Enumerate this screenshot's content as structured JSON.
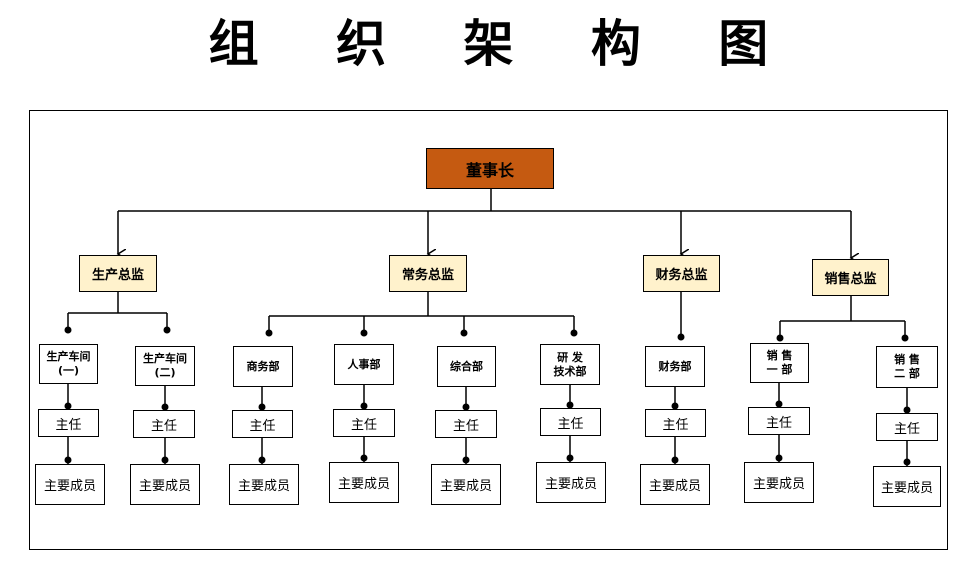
{
  "title": "组 织 架 构 图",
  "root": "董事长",
  "directors": [
    {
      "label": "生产总监"
    },
    {
      "label": "常务总监"
    },
    {
      "label": "财务总监"
    },
    {
      "label": "销售总监"
    }
  ],
  "departments": [
    {
      "label": "生产车间\n(一)",
      "chief": "主任",
      "members": "主要成员"
    },
    {
      "label": "生产车间\n(二)",
      "chief": "主任",
      "members": "主要成员"
    },
    {
      "label": "商务部",
      "chief": "主任",
      "members": "主要成员"
    },
    {
      "label": "人事部",
      "chief": "主任",
      "members": "主要成员"
    },
    {
      "label": "综合部",
      "chief": "主任",
      "members": "主要成员"
    },
    {
      "label": "研 发\n技术部",
      "chief": "主任",
      "members": "主要成员"
    },
    {
      "label": "财务部",
      "chief": "主任",
      "members": "主要成员"
    },
    {
      "label": "销 售\n一 部",
      "chief": "主任",
      "members": "主要成员"
    },
    {
      "label": "销 售\n二 部",
      "chief": "主任",
      "members": "主要成员"
    }
  ],
  "colors": {
    "root_fill": "#c55a11",
    "director_fill": "#fff2cc",
    "line": "#000000"
  }
}
